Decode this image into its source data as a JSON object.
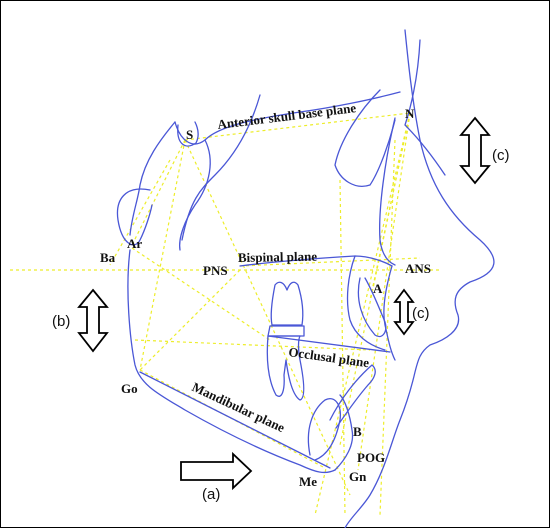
{
  "labels": {
    "S": "S",
    "N": "N",
    "Ar": "Ar",
    "Ba": "Ba",
    "PNS": "PNS",
    "ANS": "ANS",
    "A": "A",
    "B": "B",
    "Go": "Go",
    "Me": "Me",
    "Gn": "Gn",
    "POG": "POG"
  },
  "planes": {
    "anterior_skull_base": "Anterior skull base plane",
    "bispinal": "Bispinal plane",
    "occlusal": "Occlusal plane",
    "mandibular": "Mandibular plane"
  },
  "annotations": {
    "a": "(a)",
    "b": "(b)",
    "c_top": "(c)",
    "c_mid": "(c)"
  },
  "colors": {
    "tracing": "#4a57d6",
    "reference_lines": "#eded2a",
    "text": "#111111",
    "border": "#000000"
  }
}
